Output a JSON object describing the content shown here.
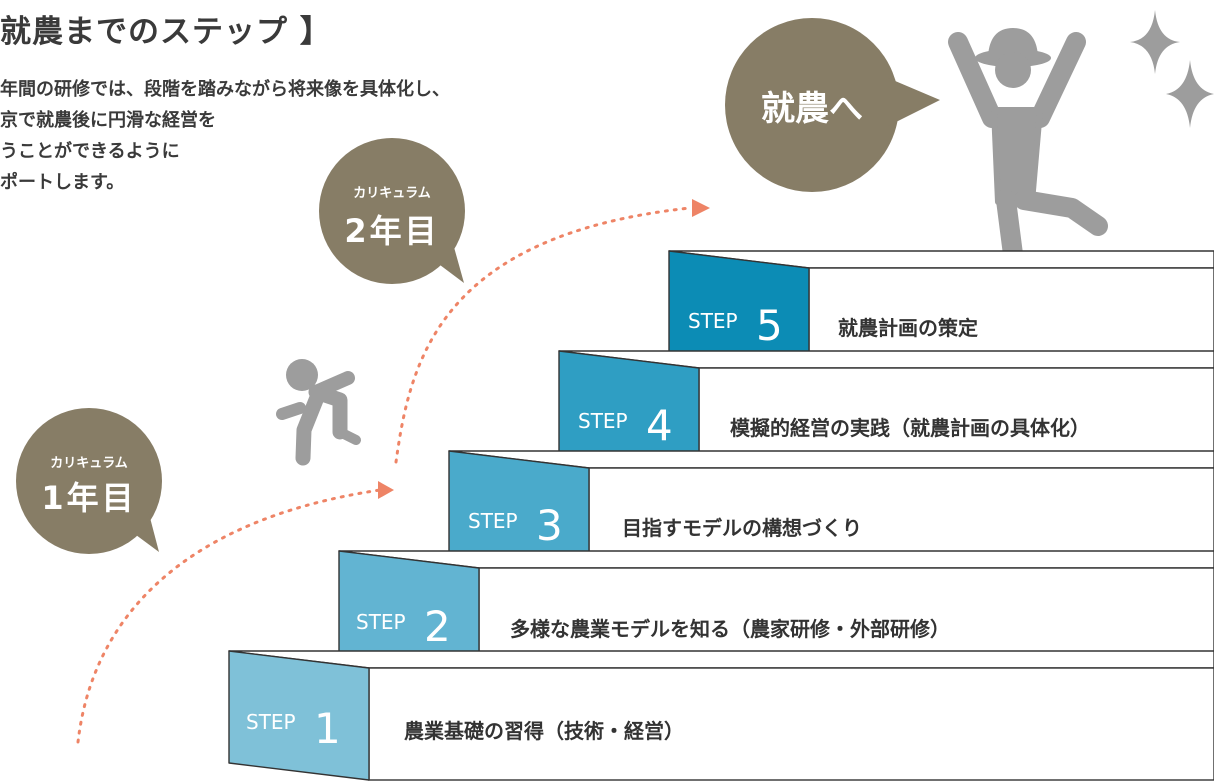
{
  "header": {
    "title": "就農までのステップ 】"
  },
  "intro": {
    "lines": [
      "年間の研修では、段階を踏みながら将来像を具体化し、",
      "京で就農後に円滑な経営を",
      "うことができるように",
      "ポートします。"
    ]
  },
  "bubbles": {
    "year1": {
      "label": "カリキュラム",
      "value": "1年目"
    },
    "year2": {
      "label": "カリキュラム",
      "value": "2年目"
    },
    "goal": {
      "value": "就農へ"
    }
  },
  "steps": [
    {
      "prefix": "STEP",
      "number": "1",
      "text": "農業基礎の習得（技術・経営）"
    },
    {
      "prefix": "STEP",
      "number": "2",
      "text": "多様な農業モデルを知る（農家研修・外部研修）"
    },
    {
      "prefix": "STEP",
      "number": "3",
      "text": "目指すモデルの構想づくり"
    },
    {
      "prefix": "STEP",
      "number": "4",
      "text": "模擬的経営の実践（就農計画の具体化）"
    },
    {
      "prefix": "STEP",
      "number": "5",
      "text": "就農計画の策定"
    }
  ],
  "colors": {
    "bubble": "#877d66",
    "figure": "#9d9d9d",
    "dots": "#ee8466",
    "step1": "#7fc1d8",
    "step2": "#62b4d2",
    "step3": "#4aaacb",
    "step4": "#2f9ec3",
    "step5": "#0c8cb5"
  },
  "icons": [
    "running-figure-icon",
    "celebrating-farmer-icon",
    "sparkle-icon"
  ]
}
